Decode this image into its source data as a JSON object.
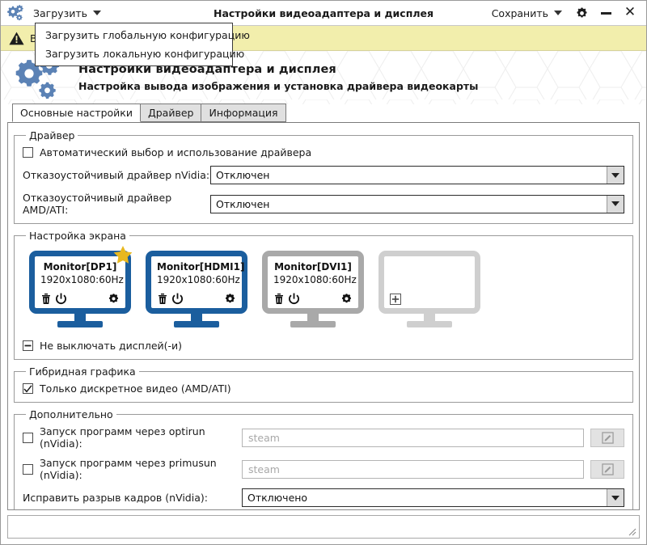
{
  "window": {
    "title": "Настройки видеоадаптера и дисплея",
    "app_icon": "gears-icon",
    "load_menu_label": "Загрузить",
    "save_menu_label": "Сохранить",
    "settings_icon": "gear-icon",
    "minimize_icon": "minimize-icon",
    "close_icon": "close-icon"
  },
  "dropdown": {
    "open": true,
    "items": [
      {
        "label": "Загрузить глобальную конфигурацию"
      },
      {
        "label": "Загрузить локальную конфигурацию"
      }
    ]
  },
  "warning": {
    "icon": "warning-triangle-icon",
    "text": "В"
  },
  "header": {
    "icon": "gears-icon",
    "title": "Настройки видеоадаптера и дисплея",
    "subtitle": "Настройка вывода изображения и установка драйвера видеокарты"
  },
  "tabs": [
    {
      "label": "Основные настройки",
      "active": true
    },
    {
      "label": "Драйвер",
      "active": false
    },
    {
      "label": "Информация",
      "active": false
    }
  ],
  "driver_group": {
    "legend": "Драйвер",
    "auto_driver": {
      "label": "Автоматический выбор и использование драйвера",
      "checked": false
    },
    "nvidia": {
      "label": "Отказоустойчивый драйвер nVidia:",
      "value": "Отключен"
    },
    "amd": {
      "label": "Отказоустойчивый драйвер AMD/ATI:",
      "value": "Отключен"
    }
  },
  "screen_group": {
    "legend": "Настройка экрана",
    "monitors": [
      {
        "name": "Monitor[DP1]",
        "resolution": "1920x1080:60Hz",
        "state": "active",
        "primary": true,
        "icons": [
          "trash-icon",
          "power-icon",
          "gear-icon"
        ]
      },
      {
        "name": "Monitor[HDMI1]",
        "resolution": "1920x1080:60Hz",
        "state": "active",
        "primary": false,
        "icons": [
          "trash-icon",
          "power-icon",
          "gear-icon"
        ]
      },
      {
        "name": "Monitor[DVI1]",
        "resolution": "1920x1080:60Hz",
        "state": "inactive",
        "primary": false,
        "icons": [
          "trash-icon",
          "power-icon",
          "gear-icon"
        ]
      },
      {
        "name": "",
        "resolution": "",
        "state": "add",
        "primary": false,
        "icons": [
          "plus-icon"
        ]
      }
    ],
    "keep_on": {
      "label": "Не выключать дисплей(-и)",
      "state": "indeterminate"
    }
  },
  "hybrid_group": {
    "legend": "Гибридная графика",
    "discrete_only": {
      "label": "Только дискретное видео (AMD/ATI)",
      "checked": true
    }
  },
  "extra_group": {
    "legend": "Дополнительно",
    "optirun": {
      "label": "Запуск программ через optirun (nVidia):",
      "checked": false,
      "placeholder": "steam",
      "edit_icon": "edit-pencil-icon"
    },
    "primusrun": {
      "label": "Запуск программ через primusun (nVidia):",
      "checked": false,
      "placeholder": "steam",
      "edit_icon": "edit-pencil-icon"
    },
    "tearfix": {
      "label": "Исправить разрыв кадров (nVidia):",
      "value": "Отключено"
    }
  },
  "colors": {
    "accent_blue": "#1b5e9e",
    "warning_bg": "#f2eeac",
    "star_gold": "#e8b820",
    "inactive_gray": "#a9a9a9"
  }
}
